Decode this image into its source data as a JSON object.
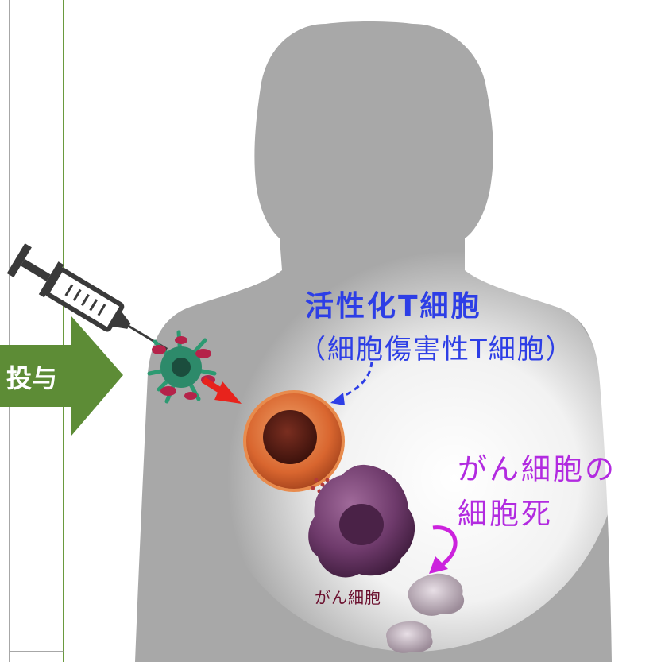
{
  "labels": {
    "activated_t_cell": "活性化T細胞",
    "cytotoxic_t_cell": "（細胞傷害性T細胞）",
    "cancer_cell_death_line1": "がん細胞の",
    "cancer_cell_death_line2": "細胞死",
    "cancer_cell": "がん細胞",
    "administration": "投与"
  },
  "colors": {
    "activated_label": "#2d3ee6",
    "death_label": "#b22be0",
    "cancer_label": "#6b0f2e",
    "admin_arrow": "#5d8c36",
    "panel_border": "#6a9a3e",
    "silhouette": "#a8a8a8",
    "arrow_red": "#e8231c",
    "arrow_blue": "#2d3ee6",
    "arrow_magenta": "#cc22dd"
  },
  "icons": [
    "syringe-icon",
    "dendritic-cell-icon",
    "t-cell-icon",
    "cancer-cell-icon",
    "dying-cell-icon"
  ]
}
